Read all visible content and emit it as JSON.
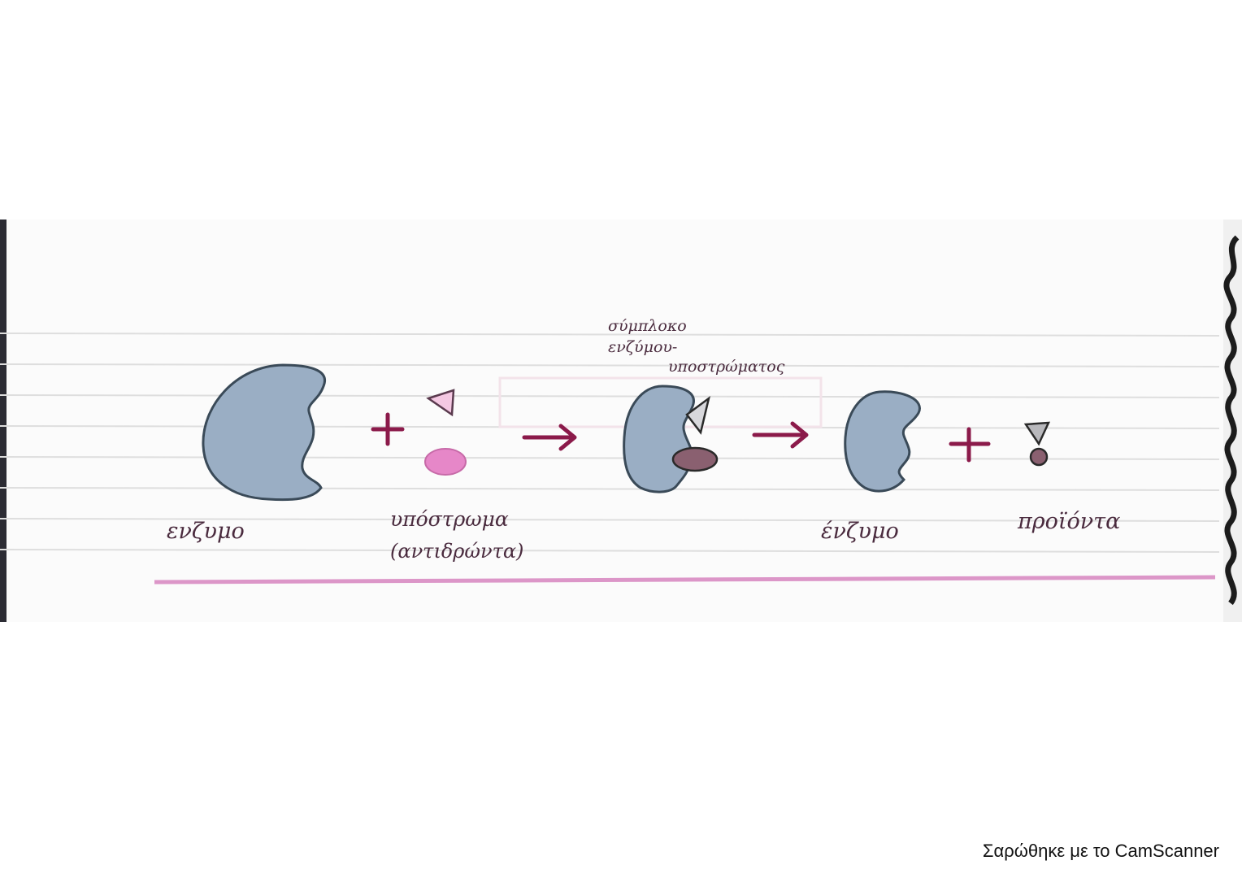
{
  "colors": {
    "enzyme_fill": "#9aaec4",
    "enzyme_outline": "#3a4a58",
    "substrate": "#e687c8",
    "ink": "#8b1a4a",
    "underline": "#dc96c8",
    "ruling": "#dedede"
  },
  "labels": {
    "enzyme_1": "ενζυμο",
    "substrate": "υπόστρωμα",
    "reactants": "(αντιδρώντα)",
    "complex_line_1": "σύμπλοκο",
    "complex_line_2": "ενζύμου-",
    "complex_line_3": "υποστρώματος",
    "enzyme_2": "ένζυμο",
    "products": "προϊόντα"
  },
  "symbols": {
    "plus_1": "+",
    "arrow_1": "→",
    "arrow_2": "→",
    "plus_2": "+"
  },
  "watermark": "Σαρώθηκε με το CamScanner"
}
